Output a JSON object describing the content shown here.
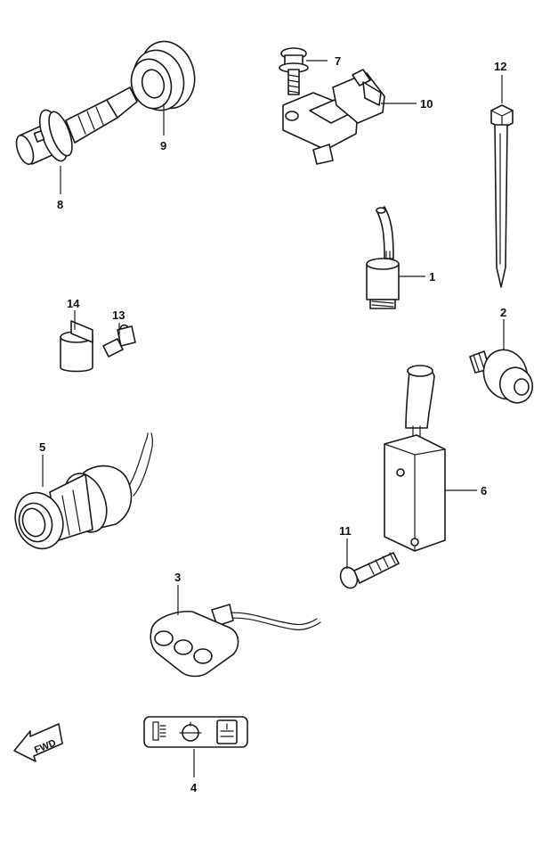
{
  "callouts": {
    "p1": "1",
    "p2": "2",
    "p3": "3",
    "p4": "4",
    "p5": "5",
    "p6": "6",
    "p7": "7",
    "p8": "8",
    "p9": "9",
    "p10": "10",
    "p11": "11",
    "p12": "12",
    "p13": "13",
    "p14": "14"
  },
  "direction_badge": {
    "label": "FWD"
  },
  "colors": {
    "line": "#1a1a1a",
    "background": "#ffffff"
  }
}
